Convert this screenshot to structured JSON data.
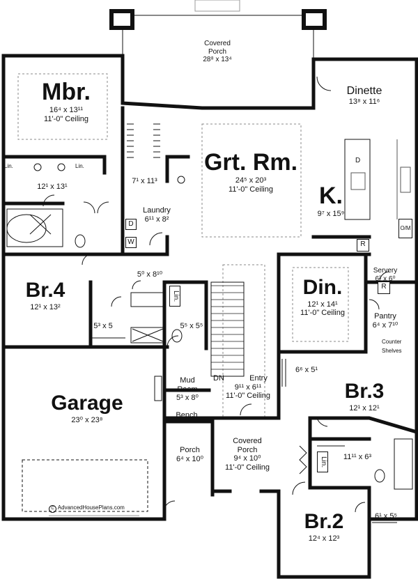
{
  "rooms": {
    "covered_porch_top": {
      "name": "Covered\nPorch",
      "dim": "28⁸ x 13⁴"
    },
    "mbr": {
      "name": "Mbr.",
      "dim": "16⁴ x 13¹¹",
      "ceiling": "11'-0\" Ceiling"
    },
    "mbath": {
      "dim": "12¹ x 13¹",
      "lin_left": "Lin.",
      "lin_right": "Lin."
    },
    "wic": {
      "dim": "7¹ x 11³"
    },
    "laundry": {
      "name": "Laundry",
      "dim": "6¹¹ x 8²",
      "dryer": "D",
      "washer": "W"
    },
    "grt_rm": {
      "name": "Grt. Rm.",
      "dim": "24⁵ x 20³",
      "ceiling": "11'-0\" Ceiling"
    },
    "dinette": {
      "name": "Dinette",
      "dim": "13⁸ x 11⁶"
    },
    "kitchen": {
      "name": "K.",
      "dim": "9⁷ x 15⁹",
      "dishwasher": "D",
      "om": "O/M",
      "fridge": "R",
      "fridge2": "R"
    },
    "br4": {
      "name": "Br.4",
      "dim": "12¹ x 13²"
    },
    "hall_closet": {
      "dim": "5⁰ x 8¹⁰"
    },
    "br4_closet": {
      "dim": "5³ x 5"
    },
    "bath_hall": {
      "dim": "5⁵ x 5⁵",
      "lin": "Lin."
    },
    "din": {
      "name": "Din.",
      "dim": "12¹ x 14¹",
      "ceiling": "11'-0\" Ceiling"
    },
    "servery": {
      "name": "Servery",
      "dim": "6² x 6⁰"
    },
    "pantry": {
      "name": "Pantry",
      "dim": "6⁴ x 7¹⁰",
      "counter": "Counter",
      "shelves": "Shelves"
    },
    "br3_closet": {
      "dim": "6⁶ x 5¹"
    },
    "br3": {
      "name": "Br.3",
      "dim": "12¹ x 12¹"
    },
    "mud_room": {
      "name": "Mud\nRoom",
      "dim": "5³ x 8⁰",
      "bench": "Bench"
    },
    "entry": {
      "name": "Entry",
      "stairs": "DN",
      "dim": "9¹¹ x 6¹¹",
      "ceiling": "11'-0\" Ceiling"
    },
    "garage": {
      "name": "Garage",
      "dim": "23⁰ x 23⁸"
    },
    "porch": {
      "name": "Porch",
      "dim": "6⁴ x 10⁰"
    },
    "covered_porch_front": {
      "name": "Covered\nPorch",
      "dim": "9⁴ x 10⁰",
      "ceiling": "11'-0\" Ceiling"
    },
    "bath_br": {
      "dim": "11¹¹ x 6³",
      "lin": "Lin."
    },
    "br2_closet": {
      "dim": "6¹ x 5⁵"
    },
    "br2": {
      "name": "Br.2",
      "dim": "12⁴ x 12³"
    }
  },
  "credit": {
    "symbol": "C",
    "text": "AdvancedHousePlans.com"
  }
}
